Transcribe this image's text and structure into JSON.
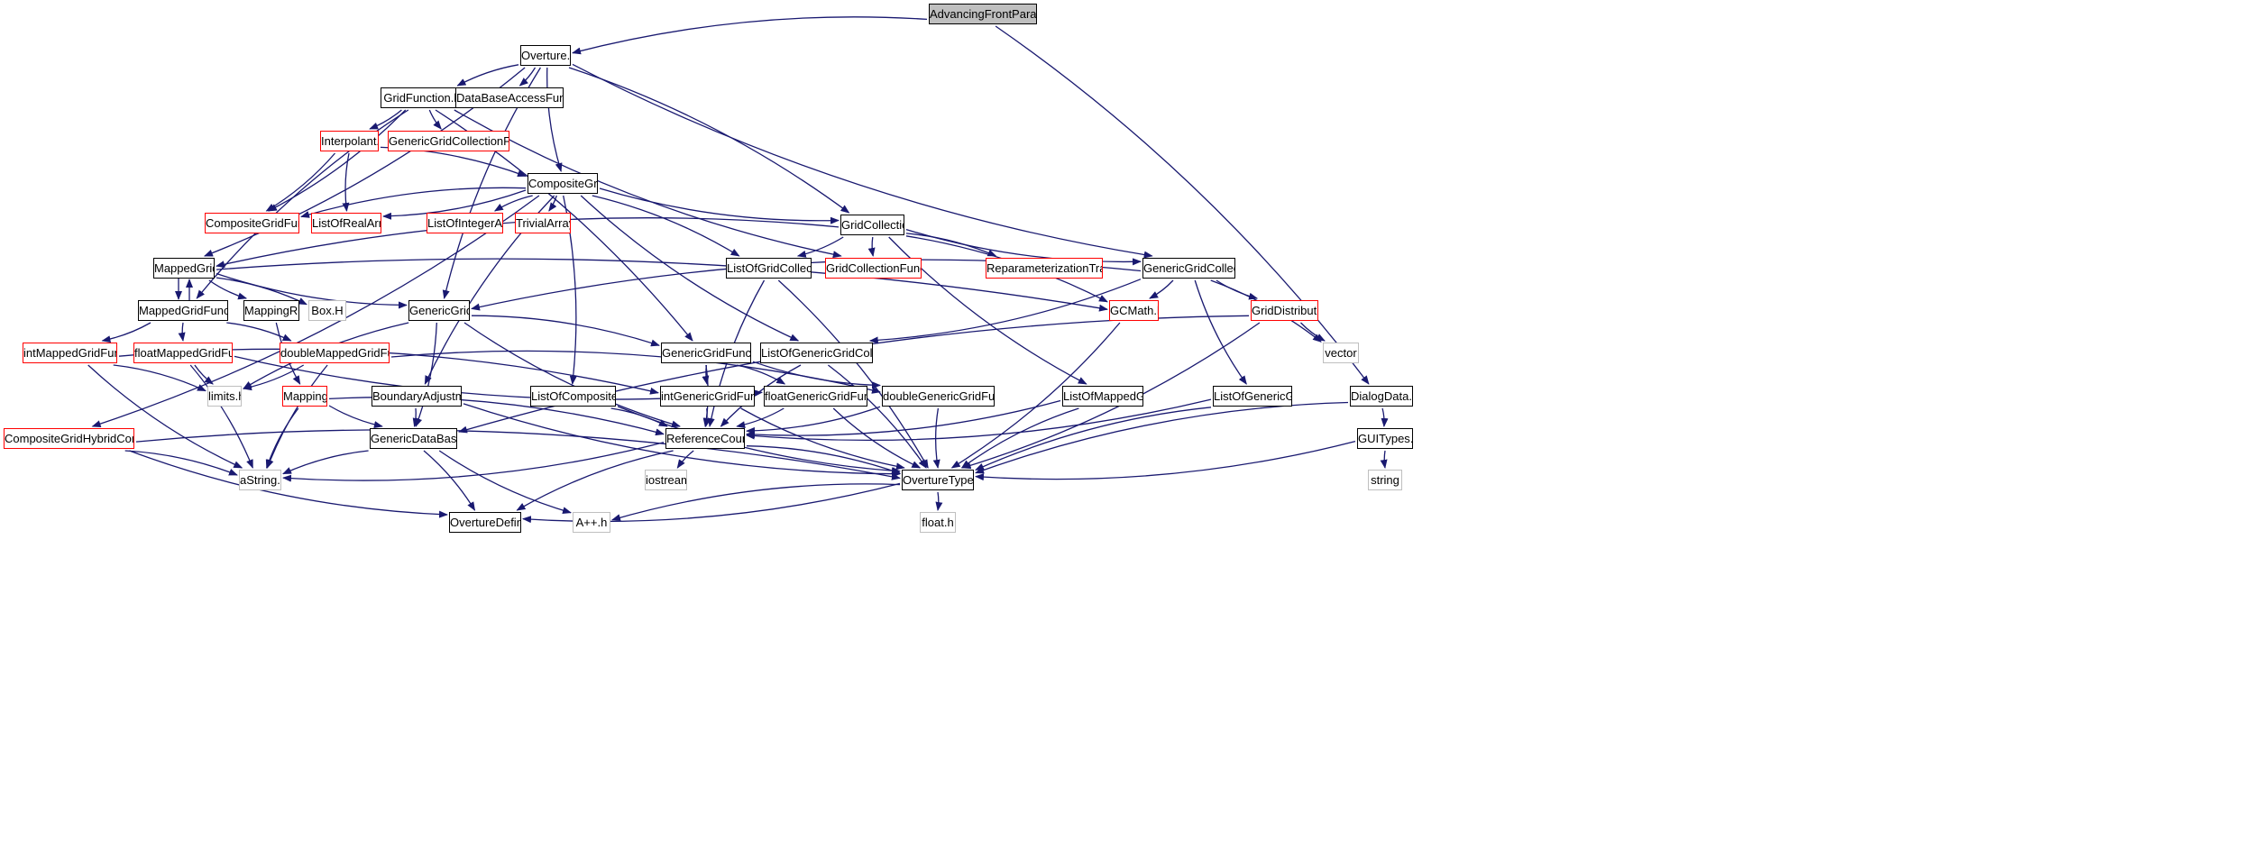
{
  "nodes": {
    "afp": {
      "label": "AdvancingFrontParameters.h",
      "style": "root"
    },
    "ov": {
      "label": "Overture.h",
      "style": "black"
    },
    "gf": {
      "label": "GridFunction.h",
      "style": "black"
    },
    "dbaf": {
      "label": "DataBaseAccessFunctions.h",
      "style": "black"
    },
    "interp": {
      "label": "Interpolant.h",
      "style": "red"
    },
    "ggcf": {
      "label": "GenericGridCollectionFunction.h",
      "style": "red"
    },
    "cg": {
      "label": "CompositeGrid.h",
      "style": "black"
    },
    "cgf": {
      "label": "CompositeGridFunction.h",
      "style": "red"
    },
    "lra": {
      "label": "ListOfRealArray.h",
      "style": "red"
    },
    "lia": {
      "label": "ListOfIntegerArray.h",
      "style": "red"
    },
    "ta": {
      "label": "TrivialArray.h",
      "style": "red"
    },
    "gc": {
      "label": "GridCollection.h",
      "style": "black"
    },
    "mg": {
      "label": "MappedGrid.h",
      "style": "black"
    },
    "logc": {
      "label": "ListOfGridCollection.h",
      "style": "black"
    },
    "gcf": {
      "label": "GridCollectionFunction.h",
      "style": "red"
    },
    "rt": {
      "label": "ReparameterizationTransform.h",
      "style": "red"
    },
    "ggc": {
      "label": "GenericGridCollection.h",
      "style": "black"
    },
    "mgf": {
      "label": "MappedGridFunction.h",
      "style": "black"
    },
    "mrc": {
      "label": "MappingRC.h",
      "style": "black"
    },
    "box": {
      "label": "Box.H",
      "style": "gray"
    },
    "gg": {
      "label": "GenericGrid.h",
      "style": "black"
    },
    "gcm": {
      "label": "GCMath.h",
      "style": "red"
    },
    "gd": {
      "label": "GridDistribution.h",
      "style": "red"
    },
    "img": {
      "label": "intMappedGridFunction.h",
      "style": "red"
    },
    "fmg": {
      "label": "floatMappedGridFunction.h",
      "style": "red"
    },
    "dmg": {
      "label": "doubleMappedGridFunction.h",
      "style": "red"
    },
    "ggf": {
      "label": "GenericGridFunction.h",
      "style": "black"
    },
    "loggc": {
      "label": "ListOfGenericGridCollection.h",
      "style": "black"
    },
    "vec": {
      "label": "vector",
      "style": "gray"
    },
    "lim": {
      "label": "limits.h",
      "style": "gray"
    },
    "map": {
      "label": "Mapping.h",
      "style": "red"
    },
    "ba": {
      "label": "BoundaryAdjustment.h",
      "style": "black"
    },
    "locg": {
      "label": "ListOfCompositeGrid.h",
      "style": "black"
    },
    "iggf": {
      "label": "intGenericGridFunction.h",
      "style": "black"
    },
    "fggf": {
      "label": "floatGenericGridFunction.h",
      "style": "black"
    },
    "dggf": {
      "label": "doubleGenericGridFunction.h",
      "style": "black"
    },
    "lomg": {
      "label": "ListOfMappedGrid.h",
      "style": "black"
    },
    "logg": {
      "label": "ListOfGenericGrid.h",
      "style": "black"
    },
    "dd": {
      "label": "DialogData.h",
      "style": "black"
    },
    "cghc": {
      "label": "CompositeGridHybridConnectivity.h",
      "style": "red"
    },
    "gdb": {
      "label": "GenericDataBase.h",
      "style": "black"
    },
    "rc": {
      "label": "ReferenceCounting.h",
      "style": "black"
    },
    "gui": {
      "label": "GUITypes.h",
      "style": "black"
    },
    "astr": {
      "label": "aString.H",
      "style": "gray"
    },
    "ios": {
      "label": "iostream",
      "style": "gray"
    },
    "ot": {
      "label": "OvertureTypes.h",
      "style": "black"
    },
    "str": {
      "label": "string",
      "style": "gray"
    },
    "od": {
      "label": "OvertureDefine.h",
      "style": "black"
    },
    "app": {
      "label": "A++.h",
      "style": "gray"
    },
    "flt": {
      "label": "float.h",
      "style": "gray"
    }
  },
  "edges": [
    [
      "afp",
      "ov"
    ],
    [
      "afp",
      "dd"
    ],
    [
      "ov",
      "gf"
    ],
    [
      "ov",
      "dbaf"
    ],
    [
      "ov",
      "cg"
    ],
    [
      "ov",
      "gc"
    ],
    [
      "ov",
      "ggc"
    ],
    [
      "ov",
      "mg"
    ],
    [
      "ov",
      "gg"
    ],
    [
      "gf",
      "interp"
    ],
    [
      "gf",
      "ggcf"
    ],
    [
      "gf",
      "cgf"
    ],
    [
      "gf",
      "gcf"
    ],
    [
      "gf",
      "ggf"
    ],
    [
      "gf",
      "mgf"
    ],
    [
      "interp",
      "cgf"
    ],
    [
      "interp",
      "lra"
    ],
    [
      "interp",
      "cg"
    ],
    [
      "cg",
      "cgf"
    ],
    [
      "cg",
      "lra"
    ],
    [
      "cg",
      "lia"
    ],
    [
      "cg",
      "ta"
    ],
    [
      "cg",
      "gc"
    ],
    [
      "cg",
      "logc"
    ],
    [
      "cg",
      "loggc"
    ],
    [
      "cg",
      "locg"
    ],
    [
      "cg",
      "ba"
    ],
    [
      "cg",
      "cghc"
    ],
    [
      "gc",
      "mg"
    ],
    [
      "gc",
      "logc"
    ],
    [
      "gc",
      "gcf"
    ],
    [
      "gc",
      "rt"
    ],
    [
      "gc",
      "ggc"
    ],
    [
      "gc",
      "gcm"
    ],
    [
      "gc",
      "lomg"
    ],
    [
      "mg",
      "mgf"
    ],
    [
      "mg",
      "mrc"
    ],
    [
      "mg",
      "box"
    ],
    [
      "mg",
      "gg"
    ],
    [
      "mg",
      "gcm"
    ],
    [
      "mgf",
      "mg"
    ],
    [
      "mgf",
      "img"
    ],
    [
      "mgf",
      "fmg"
    ],
    [
      "mgf",
      "dmg"
    ],
    [
      "ggc",
      "gg"
    ],
    [
      "ggc",
      "gcm"
    ],
    [
      "ggc",
      "gd"
    ],
    [
      "ggc",
      "vec"
    ],
    [
      "ggc",
      "logg"
    ],
    [
      "ggc",
      "loggc"
    ],
    [
      "logc",
      "rc"
    ],
    [
      "logc",
      "ot"
    ],
    [
      "mrc",
      "map"
    ],
    [
      "gg",
      "ggf"
    ],
    [
      "gg",
      "lim"
    ],
    [
      "gg",
      "gdb"
    ],
    [
      "gg",
      "rc"
    ],
    [
      "gcm",
      "ot"
    ],
    [
      "gd",
      "vec"
    ],
    [
      "gd",
      "ot"
    ],
    [
      "gd",
      "gdb"
    ],
    [
      "img",
      "lim"
    ],
    [
      "img",
      "astr"
    ],
    [
      "img",
      "iggf"
    ],
    [
      "fmg",
      "lim"
    ],
    [
      "fmg",
      "astr"
    ],
    [
      "fmg",
      "fggf"
    ],
    [
      "dmg",
      "lim"
    ],
    [
      "dmg",
      "astr"
    ],
    [
      "dmg",
      "dggf"
    ],
    [
      "ggf",
      "iggf"
    ],
    [
      "ggf",
      "fggf"
    ],
    [
      "ggf",
      "dggf"
    ],
    [
      "ggf",
      "rc"
    ],
    [
      "loggc",
      "rc"
    ],
    [
      "loggc",
      "ot"
    ],
    [
      "map",
      "gdb"
    ],
    [
      "map",
      "rc"
    ],
    [
      "map",
      "astr"
    ],
    [
      "ba",
      "gdb"
    ],
    [
      "ba",
      "ot"
    ],
    [
      "locg",
      "rc"
    ],
    [
      "locg",
      "ot"
    ],
    [
      "iggf",
      "rc"
    ],
    [
      "iggf",
      "ot"
    ],
    [
      "fggf",
      "rc"
    ],
    [
      "fggf",
      "ot"
    ],
    [
      "dggf",
      "rc"
    ],
    [
      "dggf",
      "ot"
    ],
    [
      "lomg",
      "rc"
    ],
    [
      "lomg",
      "ot"
    ],
    [
      "logg",
      "rc"
    ],
    [
      "logg",
      "ot"
    ],
    [
      "dd",
      "gui"
    ],
    [
      "dd",
      "ot"
    ],
    [
      "gui",
      "ot"
    ],
    [
      "gui",
      "str"
    ],
    [
      "cghc",
      "astr"
    ],
    [
      "cghc",
      "od"
    ],
    [
      "cghc",
      "ot"
    ],
    [
      "gdb",
      "astr"
    ],
    [
      "gdb",
      "od"
    ],
    [
      "gdb",
      "app"
    ],
    [
      "rc",
      "astr"
    ],
    [
      "rc",
      "ios"
    ],
    [
      "rc",
      "ot"
    ],
    [
      "rc",
      "od"
    ],
    [
      "ot",
      "od"
    ],
    [
      "ot",
      "app"
    ],
    [
      "ot",
      "flt"
    ]
  ],
  "colors": {
    "edge": "#191970",
    "box": "#000000",
    "redBox": "#ff0000",
    "grayBox": "#bfbfbf",
    "rootFill": "#bfbfbf"
  }
}
